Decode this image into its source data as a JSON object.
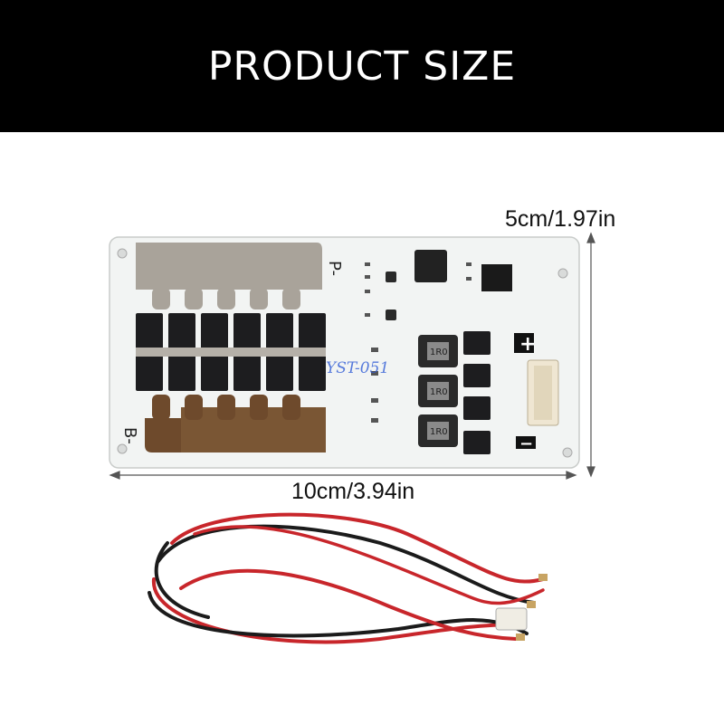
{
  "banner": {
    "title": "PRODUCT SIZE"
  },
  "dimensions": {
    "height_label": "5cm/1.97in",
    "width_label": "10cm/3.94in"
  },
  "board": {
    "terminal_p": "P-",
    "terminal_b": "B-",
    "plus_sign": "+",
    "minus_sign": "−",
    "inductor_label": "1R0",
    "watermark": "YST-051"
  },
  "colors": {
    "banner": "#000000",
    "board": "#f2f4f3",
    "metal": "#a9a39a",
    "copper": "#6e4a2c",
    "mosfet": "#1d1d1f",
    "wire_red": "#c8262b",
    "wire_black": "#1b1b1b"
  }
}
